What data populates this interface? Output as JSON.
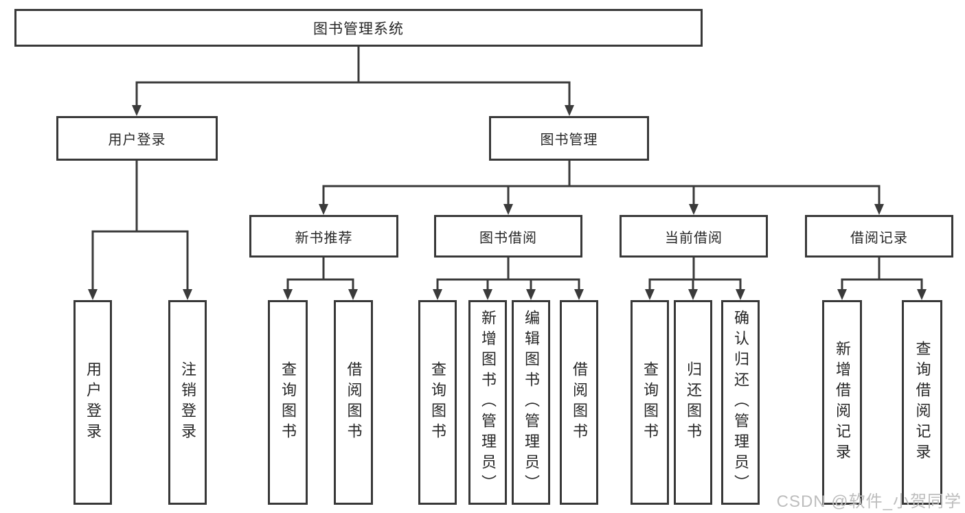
{
  "diagram": {
    "root": {
      "label": "图书管理系统"
    },
    "level2": [
      {
        "label": "用户登录"
      },
      {
        "label": "图书管理"
      }
    ],
    "level3": [
      {
        "label": "新书推荐"
      },
      {
        "label": "图书借阅"
      },
      {
        "label": "当前借阅"
      },
      {
        "label": "借阅记录"
      }
    ],
    "leaves": [
      {
        "label": "用户登录"
      },
      {
        "label": "注销登录"
      },
      {
        "label": "查询图书"
      },
      {
        "label": "借阅图书"
      },
      {
        "label": "查询图书"
      },
      {
        "label": "新增图书（管理员）"
      },
      {
        "label": "编辑图书（管理员）"
      },
      {
        "label": "借阅图书"
      },
      {
        "label": "查询图书"
      },
      {
        "label": "归还图书"
      },
      {
        "label": "确认归还（管理员）"
      },
      {
        "label": "新增借阅记录"
      },
      {
        "label": "查询借阅记录"
      }
    ]
  },
  "watermark": {
    "text": "CSDN @软件_小贺同学"
  },
  "colors": {
    "border": "#383838",
    "line": "#3a3a3a",
    "text": "#262626",
    "background": "#ffffff",
    "watermark": "#bdbdbd"
  }
}
